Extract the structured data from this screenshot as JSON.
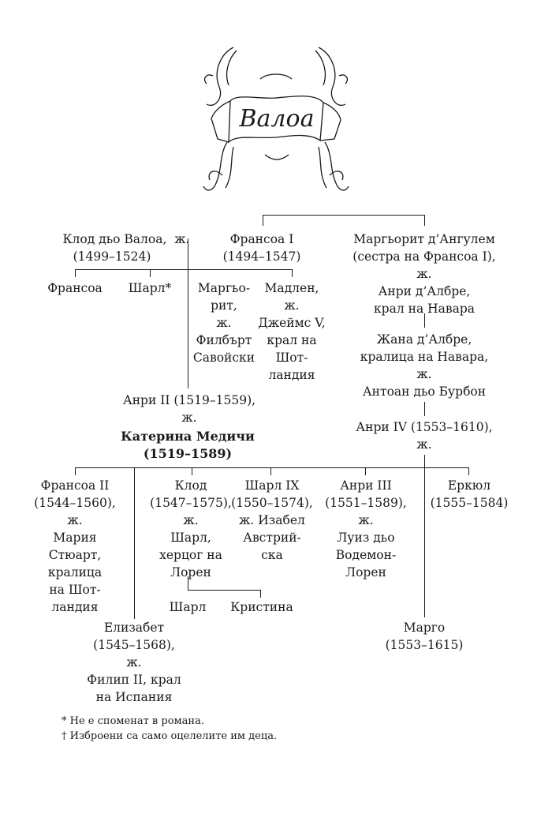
{
  "title": "Валоа",
  "people": {
    "claude_valois": "Клод дьо Валоа,",
    "claude_valois_dates": "(1499–1524)",
    "w1": "ж.",
    "francois1": "Франсоа I",
    "francois1_dates": "(1494–1547)",
    "marguerite_angouleme": [
      "Маргьорит д’Ангулем",
      "(сестра на Франсоа I),",
      "ж.",
      "Анри д’Албре,",
      "крал на Навара"
    ],
    "jeanne_albret": [
      "Жана д’Албре,",
      "кралица на Навара,",
      "ж.",
      "Антоан дьо Бурбон"
    ],
    "henri4": [
      "Анри IV (1553–1610),",
      "ж."
    ],
    "francois_child": "Франсоа",
    "charles_child": "Шарл*",
    "marguerite_child": [
      "Маргьо-",
      "рит,",
      "ж.",
      "Филбърт",
      "Савойски"
    ],
    "madeleine": [
      "Мадлен,",
      "ж.",
      "Джеймс V,",
      "крал на",
      "Шот-",
      "ландия"
    ],
    "henri2": [
      "Анри II (1519–1559),",
      "ж."
    ],
    "catherine": [
      "Катерина Медичи",
      "(1519–1589)"
    ],
    "francois2": [
      "Франсоа II",
      "(1544–1560),",
      "ж.",
      "Мария",
      "Стюарт,",
      "кралица",
      "на Шот-",
      "ландия"
    ],
    "claude": [
      "Клод",
      "(1547–1575),",
      "ж.",
      "Шарл,",
      "херцог на",
      "Лорен"
    ],
    "charles9": [
      "Шарл IX",
      "(1550–1574),",
      "ж. Изабел",
      "Австрий-",
      "ска"
    ],
    "henri3": [
      "Анри III",
      "(1551–1589),",
      "ж.",
      "Луиз дьо",
      "Водемон-",
      "Лорен"
    ],
    "hercule": [
      "Еркюл",
      "(1555–1584)"
    ],
    "charles_gc": "Шарл",
    "christine_gc": "Кристина",
    "margot": [
      "Марго",
      "(1553–1615)"
    ],
    "elisabeth": [
      "Елизабет",
      "(1545–1568),",
      "ж.",
      "Филип II, крал",
      "на Испания"
    ]
  },
  "footnotes": [
    "* Не е споменат в романа.",
    "† Изброени са само оцелелите им деца."
  ]
}
